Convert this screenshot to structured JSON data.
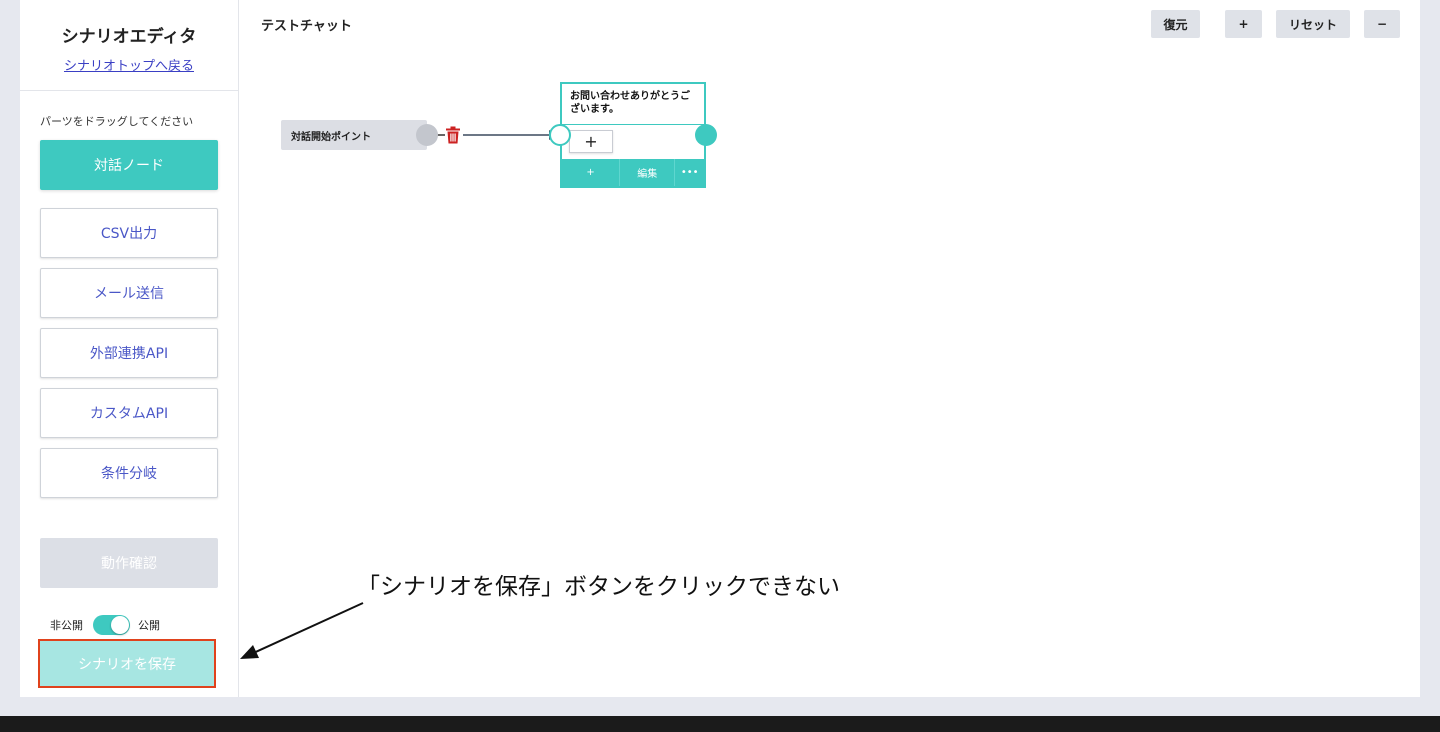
{
  "sidebar": {
    "title": "シナリオエディタ",
    "back_link": "シナリオトップへ戻る",
    "hint": "パーツをドラッグしてください",
    "parts": [
      {
        "label": "対話ノード"
      },
      {
        "label": "CSV出力"
      },
      {
        "label": "メール送信"
      },
      {
        "label": "外部連携API"
      },
      {
        "label": "カスタムAPI"
      },
      {
        "label": "条件分岐"
      }
    ],
    "test_button": "動作確認",
    "toggle": {
      "off_label": "非公開",
      "on_label": "公開",
      "state": "on"
    },
    "save_button": "シナリオを保存"
  },
  "canvas": {
    "title": "テストチャット",
    "toolbar": {
      "restore": "復元",
      "zoom_in": "+",
      "reset": "リセット",
      "zoom_out": "−"
    },
    "start_node": {
      "label": "対話開始ポイント"
    },
    "dialog_node": {
      "text": "お問い合わせありがとうございます。",
      "add_choice": "+",
      "footer": {
        "add": "+",
        "edit": "編集",
        "more": "•••"
      }
    }
  },
  "annotation": {
    "text": "「シナリオを保存」ボタンをクリックできない"
  },
  "colors": {
    "accent": "#3ec9c0",
    "link": "#3a3fc4",
    "highlight_border": "#e0421c",
    "trash": "#cc2222"
  },
  "icons": {
    "delete": "trash-icon",
    "arrow": "annotation-arrow"
  }
}
